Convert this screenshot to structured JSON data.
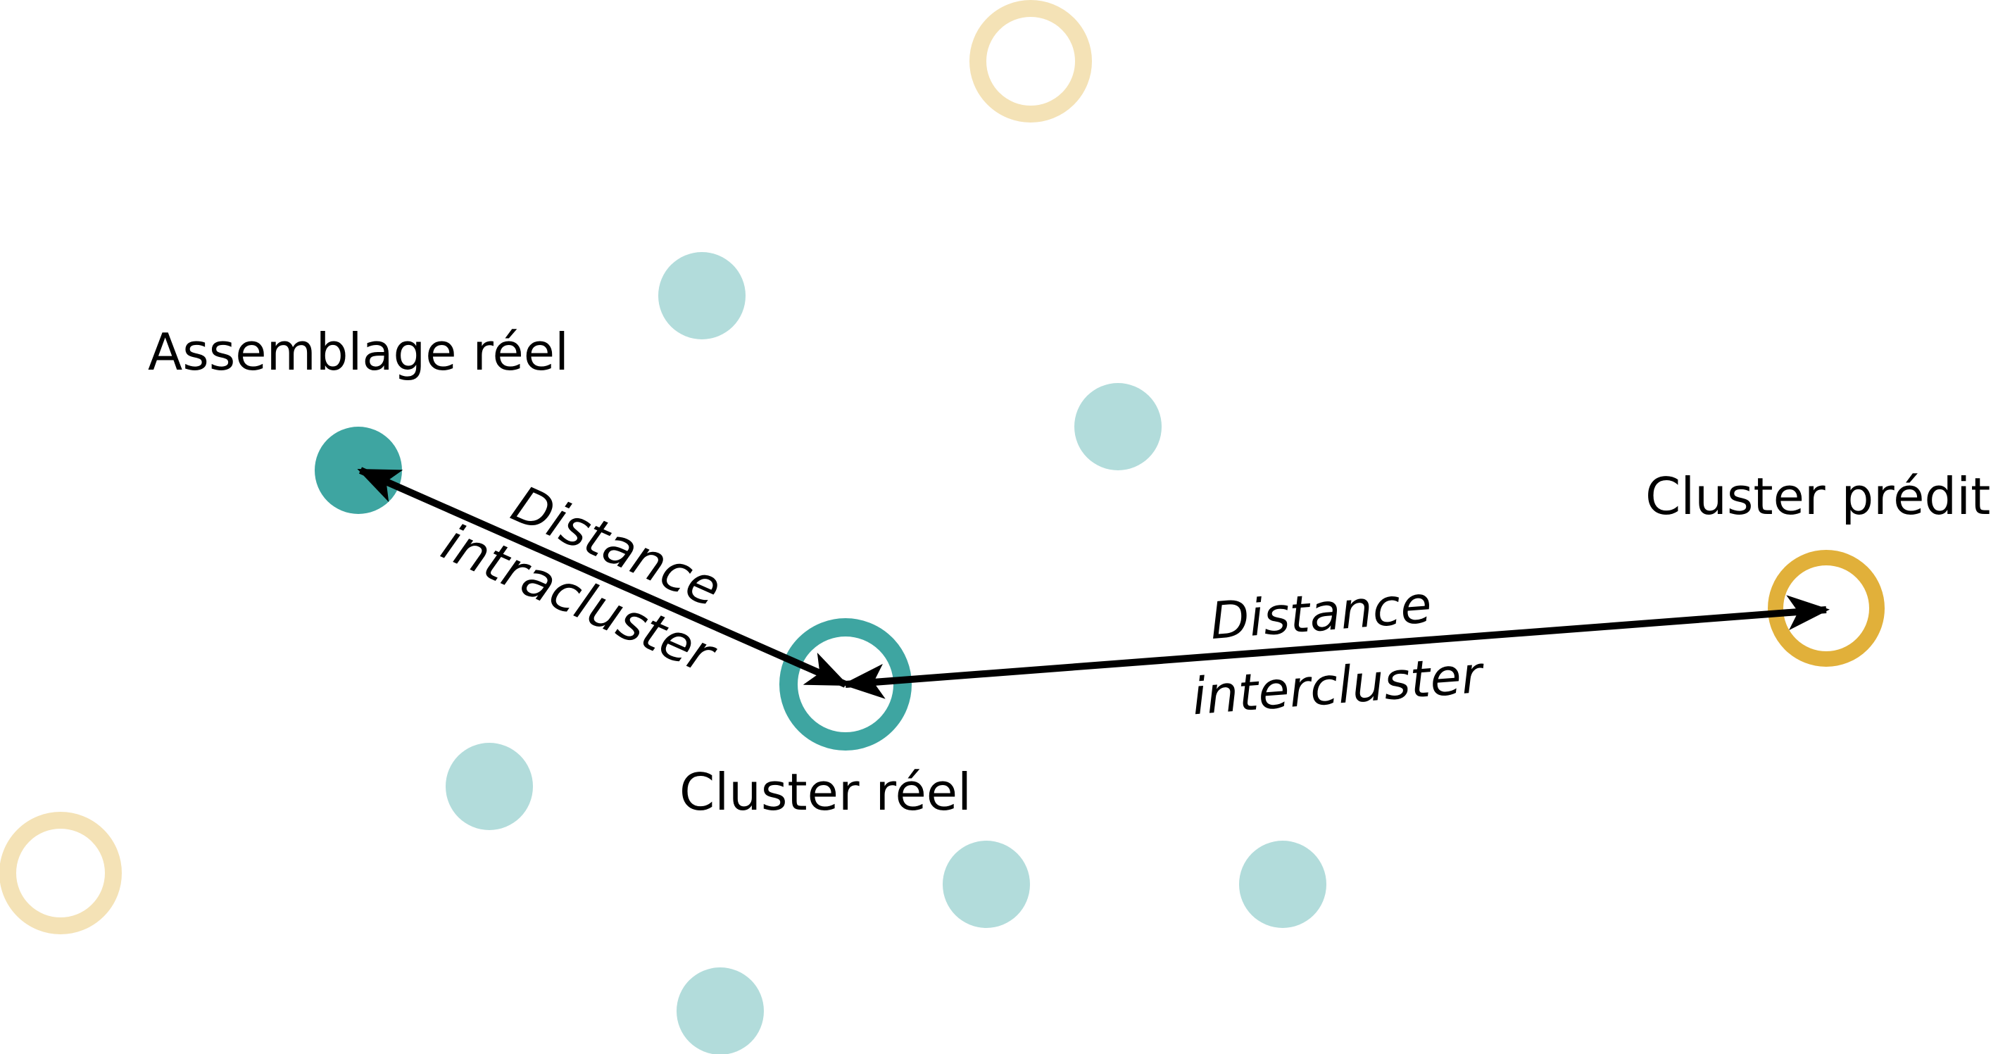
{
  "labels": {
    "assemblage_reel": "Assemblage réel",
    "cluster_reel": "Cluster réel",
    "cluster_predit": "Cluster prédit",
    "distance_intra_line1": "Distance",
    "distance_intra_line2": "intracluster",
    "distance_inter_line1": "Distance",
    "distance_inter_line2": "intercluster"
  },
  "colors": {
    "teal": "#3ea5a1",
    "teal_light": "#b2dcdb",
    "gold": "#e1b03a",
    "gold_light": "#f4e2b6",
    "arrow": "#000000"
  }
}
